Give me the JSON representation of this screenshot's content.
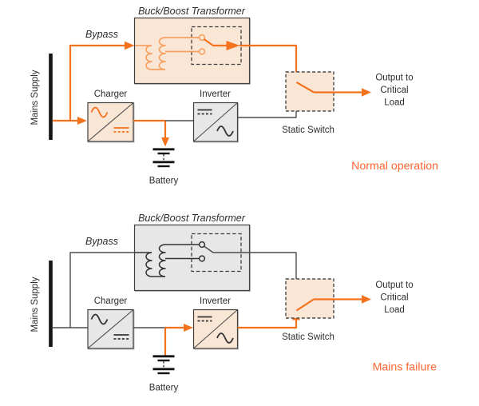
{
  "colors": {
    "active_flow": "#F3721E",
    "active_flow_light": "#F5A263",
    "inactive_flow": "#4C4C4E",
    "highlight_fill": "#FAE6D5",
    "inactive_fill": "#E7E7E7",
    "caption_text": "#FF6633",
    "label_text": "#2D2D2D"
  },
  "diagrams": {
    "normal": {
      "title": "Buck/Boost Transformer",
      "bypass": "Bypass",
      "mains": "Mains Supply",
      "charger": "Charger",
      "inverter": "Inverter",
      "battery": "Battery",
      "static_switch": "Static Switch",
      "output_lines": [
        "Output to",
        "Critical",
        "Load"
      ],
      "caption": "Normal operation"
    },
    "failure": {
      "title": "Buck/Boost Transformer",
      "bypass": "Bypass",
      "mains": "Mains Supply",
      "charger": "Charger",
      "inverter": "Inverter",
      "battery": "Battery",
      "static_switch": "Static Switch",
      "output_lines": [
        "Output to",
        "Critical",
        "Load"
      ],
      "caption": "Mains failure"
    }
  }
}
